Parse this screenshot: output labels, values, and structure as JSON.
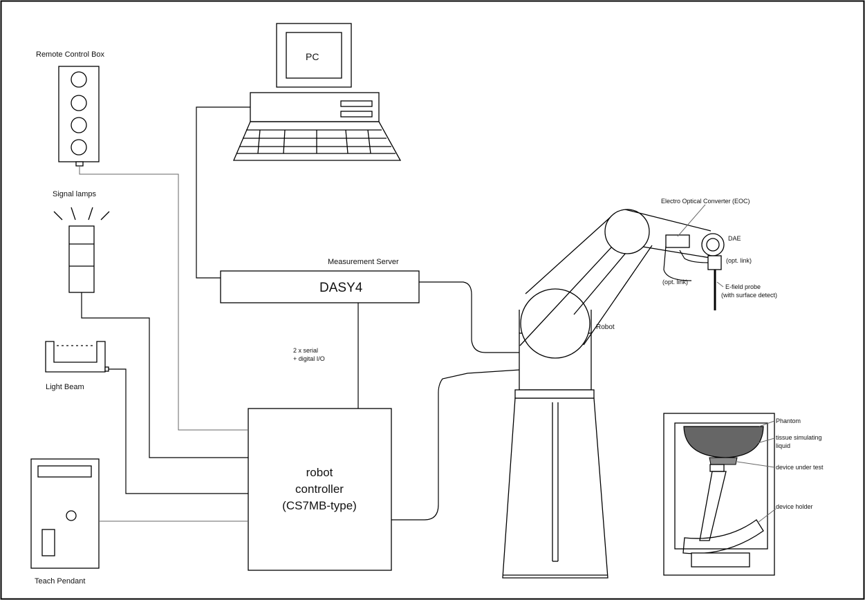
{
  "labels": {
    "remote_control_box": "Remote Control Box",
    "signal_lamps": "Signal lamps",
    "light_beam": "Light Beam",
    "teach_pendant": "Teach Pendant",
    "pc": "PC",
    "measurement_server": "Measurement Server",
    "dasy": "DASY4",
    "serial_line1": "2 x serial",
    "serial_line2": "+ digital I/O",
    "controller_line1": "robot",
    "controller_line2": "controller",
    "controller_line3": "(CS7MB-type)",
    "robot": "Robot",
    "eoc": "Electro Optical Converter (EOC)",
    "dae": "DAE",
    "opt_link_right": "(opt. link)",
    "opt_link_left": "(opt. link)",
    "probe_line1": "E-field probe",
    "probe_line2": "(with surface detect)",
    "phantom": "Phantom",
    "tissue_line1": "tissue simulating",
    "tissue_line2": "liquid",
    "device_under_test": "device under test",
    "device_holder": "device holder"
  },
  "colors": {
    "line": "#000000",
    "phantom_fill": "#666666",
    "dut_fill": "#8a8a8a"
  }
}
